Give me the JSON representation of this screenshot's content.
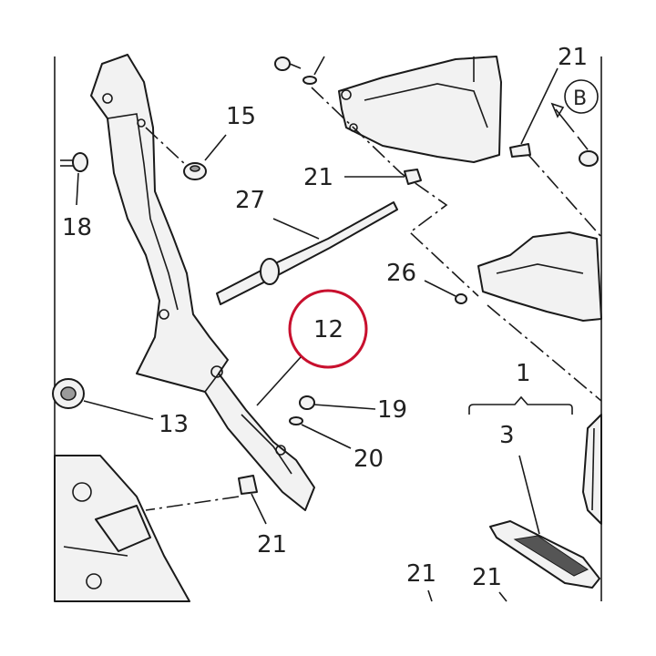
{
  "labels": {
    "l15": "15",
    "l18": "18",
    "l27": "27",
    "l21a": "21",
    "l21b": "21",
    "l21c": "21",
    "l21d": "21",
    "l21e": "21",
    "l26": "26",
    "l12": "12",
    "l1": "1",
    "l3": "3",
    "l13": "13",
    "l19": "19",
    "l20": "20",
    "lB": "B"
  },
  "colors": {
    "highlight": "#c8102e",
    "ink": "#1a1a1a"
  }
}
